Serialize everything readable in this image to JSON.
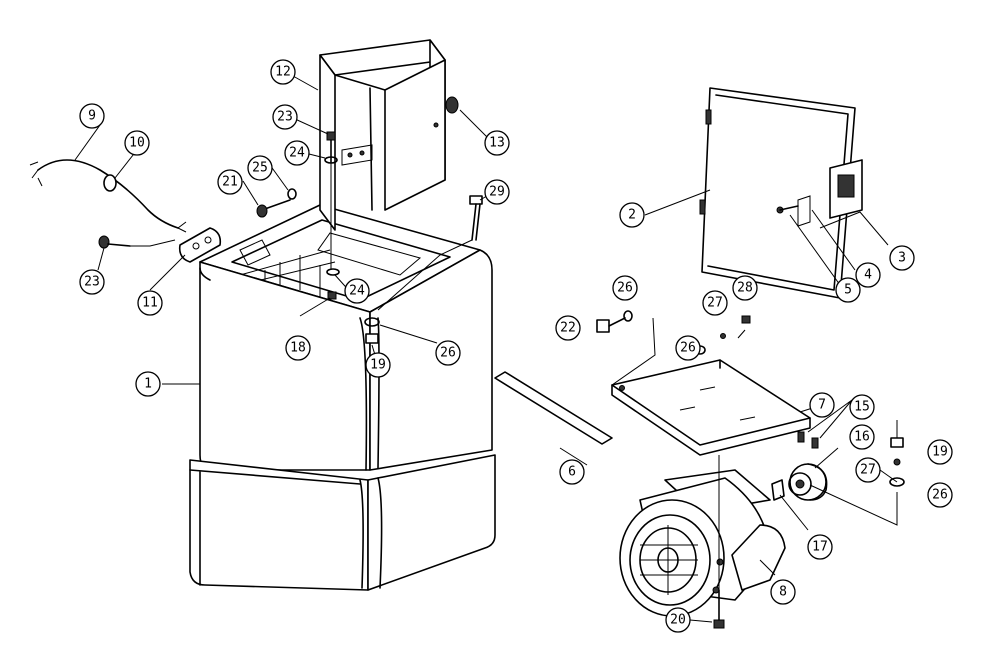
{
  "callouts": [
    {
      "num": "1"
    },
    {
      "num": "2"
    },
    {
      "num": "3"
    },
    {
      "num": "4"
    },
    {
      "num": "5"
    },
    {
      "num": "6"
    },
    {
      "num": "7"
    },
    {
      "num": "8"
    },
    {
      "num": "9"
    },
    {
      "num": "10"
    },
    {
      "num": "11"
    },
    {
      "num": "12"
    },
    {
      "num": "13"
    },
    {
      "num": "15"
    },
    {
      "num": "16"
    },
    {
      "num": "17"
    },
    {
      "num": "18"
    },
    {
      "num": "19"
    },
    {
      "num": "19"
    },
    {
      "num": "20"
    },
    {
      "num": "21"
    },
    {
      "num": "22"
    },
    {
      "num": "23"
    },
    {
      "num": "23"
    },
    {
      "num": "24"
    },
    {
      "num": "24"
    },
    {
      "num": "25"
    },
    {
      "num": "26"
    },
    {
      "num": "26"
    },
    {
      "num": "26"
    },
    {
      "num": "26"
    },
    {
      "num": "27"
    },
    {
      "num": "27"
    },
    {
      "num": "28"
    },
    {
      "num": "29"
    }
  ]
}
